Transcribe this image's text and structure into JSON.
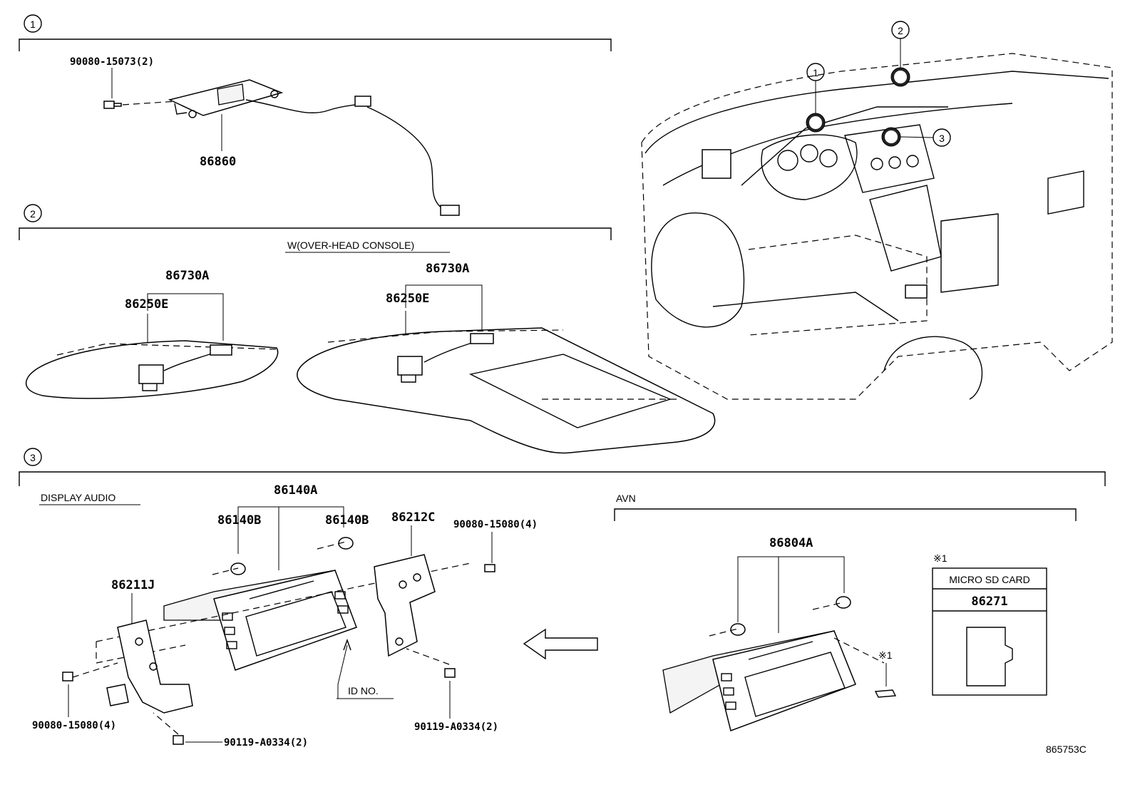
{
  "sections": {
    "s1": {
      "marker": "1"
    },
    "s2": {
      "marker": "2",
      "variant_label": "W(OVER-HEAD CONSOLE)"
    },
    "s3": {
      "marker": "3",
      "display_audio_label": "DISPLAY AUDIO",
      "avn_label": "AVN"
    }
  },
  "parts": {
    "p_90080_15073": "90080-15073(2)",
    "p_86860": "86860",
    "p_86730A_a": "86730A",
    "p_86250E_a": "86250E",
    "p_86730A_b": "86730A",
    "p_86250E_b": "86250E",
    "p_86140A": "86140A",
    "p_86140B_a": "86140B",
    "p_86140B_b": "86140B",
    "p_86212C": "86212C",
    "p_90080_15080_a": "90080-15080(4)",
    "p_86211J": "86211J",
    "p_90080_15080_b": "90080-15080(4)",
    "p_90119_A0334_a": "90119-A0334(2)",
    "p_90119_A0334_b": "90119-A0334(2)",
    "id_no": "ID NO.",
    "p_86804A": "86804A"
  },
  "callout": {
    "note_mark": "※1",
    "note_mark_2": "※1",
    "title": "MICRO SD CARD",
    "part": "86271"
  },
  "vehicle_markers": [
    "1",
    "2",
    "3"
  ],
  "diagram_code": "865753C"
}
